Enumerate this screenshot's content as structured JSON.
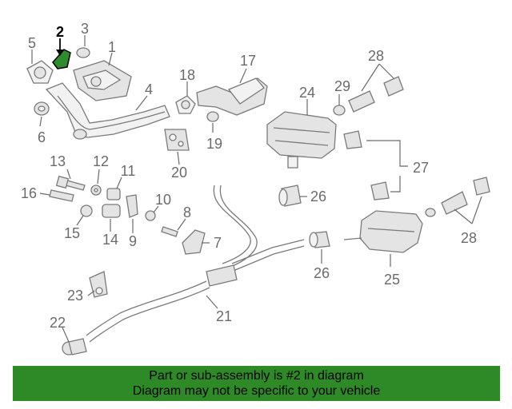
{
  "callouts": {
    "n1": "1",
    "n2": "2",
    "n3": "3",
    "n4": "4",
    "n5": "5",
    "n6": "6",
    "n7": "7",
    "n8": "8",
    "n9": "9",
    "n10": "10",
    "n11": "11",
    "n12": "12",
    "n13": "13",
    "n14": "14",
    "n15": "15",
    "n16": "16",
    "n17": "17",
    "n18": "18",
    "n19": "19",
    "n20": "20",
    "n21": "21",
    "n22": "22",
    "n23": "23",
    "n24": "24",
    "n25": "25",
    "n26a": "26",
    "n26b": "26",
    "n27": "27",
    "n28a": "28",
    "n28b": "28",
    "n29": "29"
  },
  "highlighted_part": "2",
  "colors": {
    "highlight": "#2e8b2e",
    "banner": "#2d8a26"
  },
  "footer": {
    "line1": "Part or sub-assembly is #2 in diagram",
    "line2": "Diagram may not be specific to your vehicle"
  }
}
